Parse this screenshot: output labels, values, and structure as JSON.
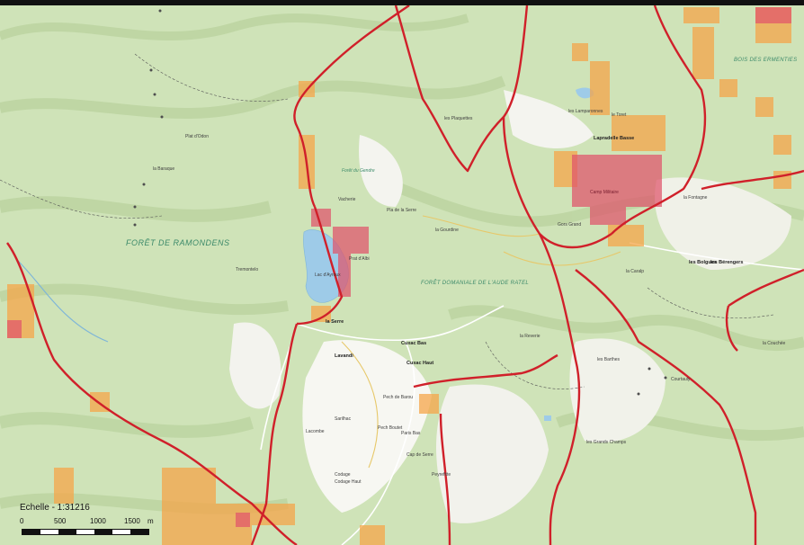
{
  "map": {
    "forests": [
      "FORÊT DE RAMONDENS",
      "FORÊT DOMANIALE DE L'AUDE RATEL",
      "BOIS DES ERMENTIES"
    ],
    "places": [
      "Lapradelle Basse",
      "la Serre",
      "Lavandi",
      "Cuxac Bas",
      "Cuxac Haut",
      "Paris Bas",
      "Pech Boutet",
      "la Reverie",
      "les Barthes",
      "les Grands Champs",
      "Courtauly",
      "Codage",
      "Codage Haut",
      "Pech de Barou",
      "Sarilhac",
      "les Bérengers",
      "la Couchée",
      "les Plaquettes",
      "le Toret",
      "les Lamparonnes",
      "la Gourdine",
      "Forêt du Gendre",
      "Gors Grand",
      "les Bolgues",
      "la Fontagne",
      "Tremontelo",
      "Vacherie",
      "la Caralp",
      "Lacombe",
      "Peyrefitte",
      "Cap de Serre",
      "la Baraque",
      "Plat d'Odon",
      "Pla de la Serre",
      "Lac d'Ayroux",
      "Prat d'Albi"
    ],
    "restricted_zone": "Camp Militaire",
    "symbol_colors": {
      "boundary": "#d0202a",
      "cell_orange": "#f5a54a",
      "cell_red": "#e0546b",
      "water": "#9ecbe8",
      "forest": "#c6e0aa"
    }
  },
  "scale": {
    "title": "Echelle - 1:31216",
    "ticks": [
      "0",
      "500",
      "1000",
      "1500",
      "m"
    ],
    "segments": [
      1,
      0,
      1,
      0,
      1,
      0,
      1
    ]
  }
}
